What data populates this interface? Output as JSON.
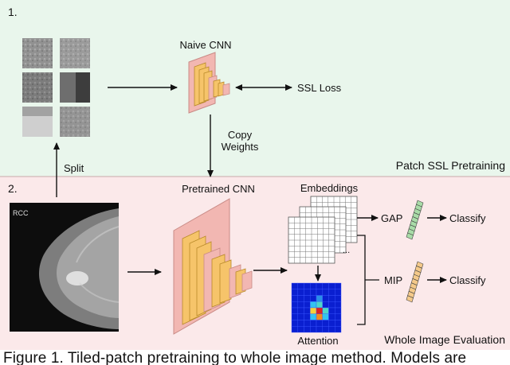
{
  "panel1": {
    "number": "1.",
    "cnn_title": "Naive CNN",
    "loss_label": "SSL Loss",
    "copy_line1": "Copy",
    "copy_line2": "Weights",
    "stage_label": "Patch SSL Pretraining"
  },
  "panel2": {
    "number": "2.",
    "split_label": "Split",
    "mammo_marker": "RCC",
    "cnn_title": "Pretrained CNN",
    "embeddings_label": "Embeddings",
    "ellipsis": "...",
    "gap_label": "GAP",
    "mip_label": "MIP",
    "classify1": "Classify",
    "classify2": "Classify",
    "attention_label": "Attention",
    "stage_label": "Whole Image Evaluation"
  },
  "caption": "Figure 1. Tiled-patch pretraining to whole image method. Models are",
  "colors": {
    "panel1_bg": "#e9f6ec",
    "panel2_bg": "#fbe9ea",
    "cnn_outer": "#f2b7b2",
    "cnn_inner": "#f6c46a",
    "gap_vector": "#a9dca8",
    "mip_vector": "#f4c98a",
    "attention_bg": "#0a1fd0"
  }
}
